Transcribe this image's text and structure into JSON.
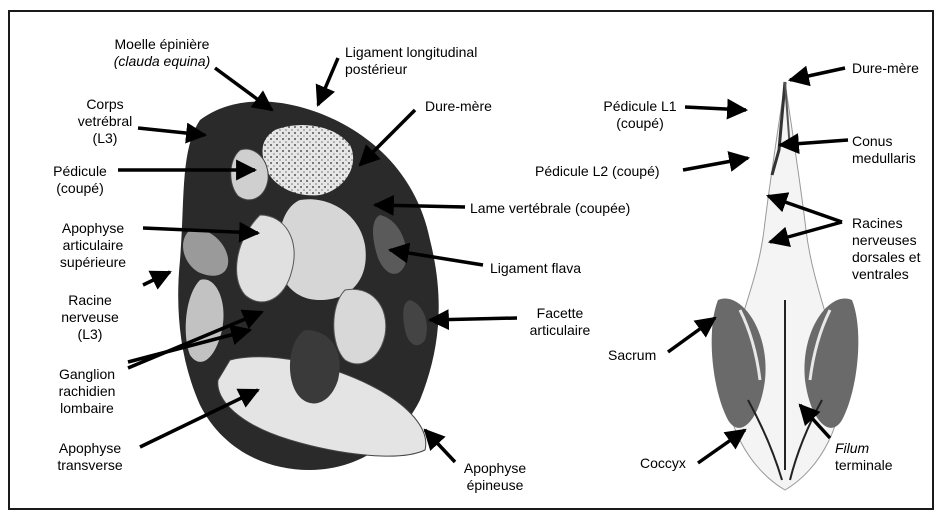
{
  "labels": {
    "moelle": {
      "line1": "Moelle épinière",
      "line2": "(clauda equina)"
    },
    "lig_long": {
      "line1": "Ligament longitudinal",
      "line2": "postérieur"
    },
    "corps": {
      "line1": "Corps",
      "line2": "vetrébral",
      "line3": "(L3)"
    },
    "dure_left": {
      "line1": "Dure-mère"
    },
    "pedicule": {
      "line1": "Pédicule",
      "line2": "(coupé)"
    },
    "lame": {
      "line1": "Lame vertébrale (coupée)"
    },
    "apophyse_art": {
      "line1": "Apophyse",
      "line2": "articulaire",
      "line3": "supérieure"
    },
    "lig_flava": {
      "line1": "Ligament flava"
    },
    "racine": {
      "line1": "Racine",
      "line2": "nerveuse",
      "line3": "(L3)"
    },
    "facette": {
      "line1": "Facette",
      "line2": "articulaire"
    },
    "ganglion": {
      "line1": "Ganglion",
      "line2": "rachidien",
      "line3": "lombaire"
    },
    "apophyse_trans": {
      "line1": "Apophyse",
      "line2": "transverse"
    },
    "apophyse_epi": {
      "line1": "Apophyse",
      "line2": "épineuse"
    },
    "ped_l1": {
      "line1": "Pédicule L1",
      "line2": "(coupé)"
    },
    "ped_l2": {
      "line1": "Pédicule L2 (coupé)"
    },
    "dure_right": {
      "line1": "Dure-mère"
    },
    "conus": {
      "line1": "Conus",
      "line2": "medullaris"
    },
    "racines": {
      "line1": "Racines",
      "line2": "nerveuses",
      "line3": "dorsales et",
      "line4": "ventrales"
    },
    "sacrum": {
      "line1": "Sacrum"
    },
    "coccyx": {
      "line1": "Coccyx"
    },
    "filum": {
      "line1": "Filum",
      "line2": "terminale"
    }
  },
  "colors": {
    "ink": "#000000",
    "illustration_dark": "#1a1a1a",
    "illustration_mid": "#8a8a8a",
    "illustration_light": "#d9d9d9"
  }
}
